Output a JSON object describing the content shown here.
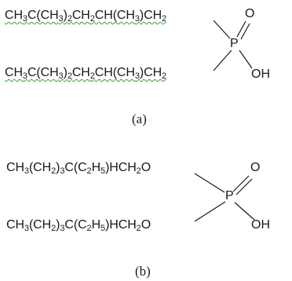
{
  "structure_a": {
    "chain_top": [
      {
        "t": "CH",
        "sub": false
      },
      {
        "t": "3",
        "sub": true
      },
      {
        "t": "C(CH",
        "sub": false
      },
      {
        "t": "3",
        "sub": true
      },
      {
        "t": ")",
        "sub": false
      },
      {
        "t": "2",
        "sub": true
      },
      {
        "t": "CH",
        "sub": false
      },
      {
        "t": "2",
        "sub": true
      },
      {
        "t": "CH(CH",
        "sub": false
      },
      {
        "t": "3",
        "sub": true
      },
      {
        "t": ")CH",
        "sub": false
      },
      {
        "t": "2",
        "sub": true
      }
    ],
    "chain_bottom": [
      {
        "t": "CH",
        "sub": false
      },
      {
        "t": "3",
        "sub": true
      },
      {
        "t": "C(CH",
        "sub": false
      },
      {
        "t": "3",
        "sub": true
      },
      {
        "t": ")",
        "sub": false
      },
      {
        "t": "2",
        "sub": true
      },
      {
        "t": "CH",
        "sub": false
      },
      {
        "t": "2",
        "sub": true
      },
      {
        "t": "CH(CH",
        "sub": false
      },
      {
        "t": "3",
        "sub": true
      },
      {
        "t": ")CH",
        "sub": false
      },
      {
        "t": "2",
        "sub": true
      }
    ],
    "phosphorus": "P",
    "oxygen": "O",
    "hydroxyl": "OH",
    "caption": "(a)"
  },
  "structure_b": {
    "chain_top": [
      {
        "t": "CH",
        "sub": false
      },
      {
        "t": "3",
        "sub": true
      },
      {
        "t": "(CH",
        "sub": false
      },
      {
        "t": "2",
        "sub": true
      },
      {
        "t": ")",
        "sub": false
      },
      {
        "t": "3",
        "sub": true
      },
      {
        "t": "C(C",
        "sub": false
      },
      {
        "t": "2",
        "sub": true
      },
      {
        "t": "H",
        "sub": false
      },
      {
        "t": "5",
        "sub": true
      },
      {
        "t": ")HCH",
        "sub": false
      },
      {
        "t": "2",
        "sub": true
      },
      {
        "t": "O",
        "sub": false
      }
    ],
    "chain_bottom": [
      {
        "t": "CH",
        "sub": false
      },
      {
        "t": "3",
        "sub": true
      },
      {
        "t": "(CH",
        "sub": false
      },
      {
        "t": "2",
        "sub": true
      },
      {
        "t": ")",
        "sub": false
      },
      {
        "t": "3",
        "sub": true
      },
      {
        "t": "C(C",
        "sub": false
      },
      {
        "t": "2",
        "sub": true
      },
      {
        "t": "H",
        "sub": false
      },
      {
        "t": "5",
        "sub": true
      },
      {
        "t": ")HCH",
        "sub": false
      },
      {
        "t": "2",
        "sub": true
      },
      {
        "t": "O",
        "sub": false
      }
    ],
    "phosphorus": "P",
    "oxygen": "O",
    "hydroxyl": "OH",
    "caption": "(b)"
  }
}
